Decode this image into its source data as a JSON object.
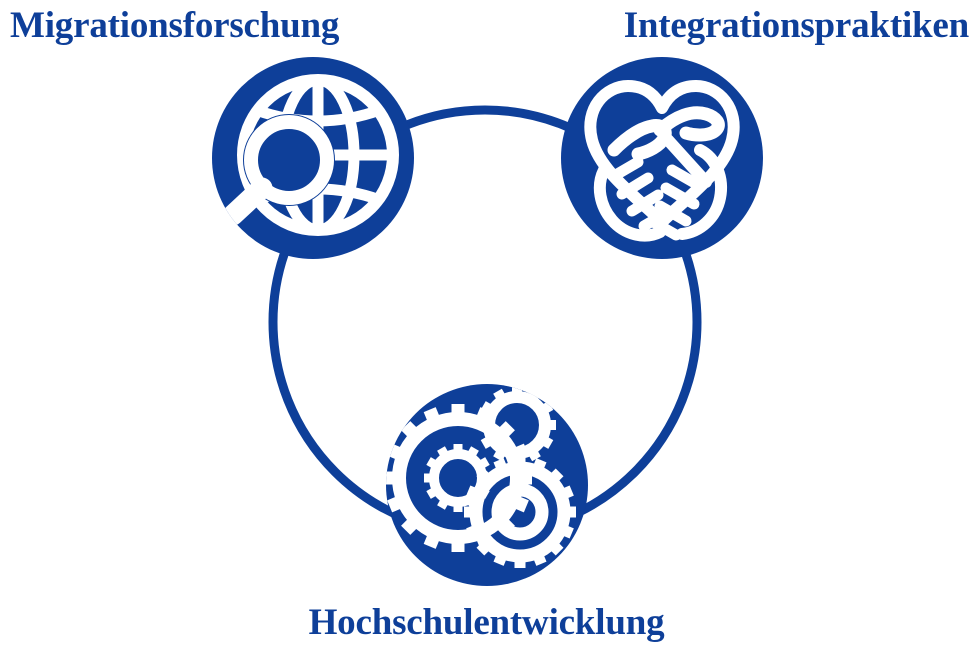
{
  "diagram": {
    "type": "cycle-triangle",
    "accent_color": "#0e3f99",
    "background_color": "#ffffff",
    "nodes": [
      {
        "id": "migrationsforschung",
        "label": "Migrationsforschung",
        "icon": "globe-magnifier-icon",
        "position": "top-left"
      },
      {
        "id": "integrationspraktiken",
        "label": "Integrationspraktiken",
        "icon": "handshake-heart-icon",
        "position": "top-right"
      },
      {
        "id": "hochschulentwicklung",
        "label": "Hochschulentwicklung",
        "icon": "gears-icon",
        "position": "bottom-center"
      }
    ]
  }
}
